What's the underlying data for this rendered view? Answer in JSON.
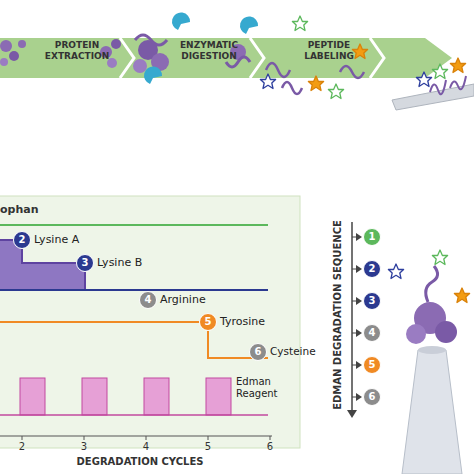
{
  "diagram": {
    "nodes": [
      {
        "text": [
          "2"
        ]
      },
      {
        "text": [
          "3"
        ]
      },
      {
        "text": [
          "4"
        ]
      },
      {
        "text": [
          "5"
        ]
      },
      {
        "text": [
          "6"
        ]
      },
      {
        "text": [
          "1"
        ]
      },
      {
        "text": [
          "2"
        ]
      },
      {
        "text": [
          "3"
        ]
      },
      {
        "text": [
          "4"
        ]
      },
      {
        "text": [
          "5"
        ]
      },
      {
        "text": [
          "6"
        ]
      }
    ],
    "labels": [
      "PROTEIN EXTRACTION",
      "ENZYMATIC DIGESTION",
      "PEPTIDE LABELING",
      "ophan",
      "Lysine A",
      "Lysine B",
      "Arginine",
      "Tyrosine",
      "Cysteine",
      "Edman Reagent",
      "2",
      "3",
      "4",
      "5",
      "6",
      "DEGRADATION CYCLES",
      "EDMAN DEGRADATION SEQUENCE"
    ]
  }
}
